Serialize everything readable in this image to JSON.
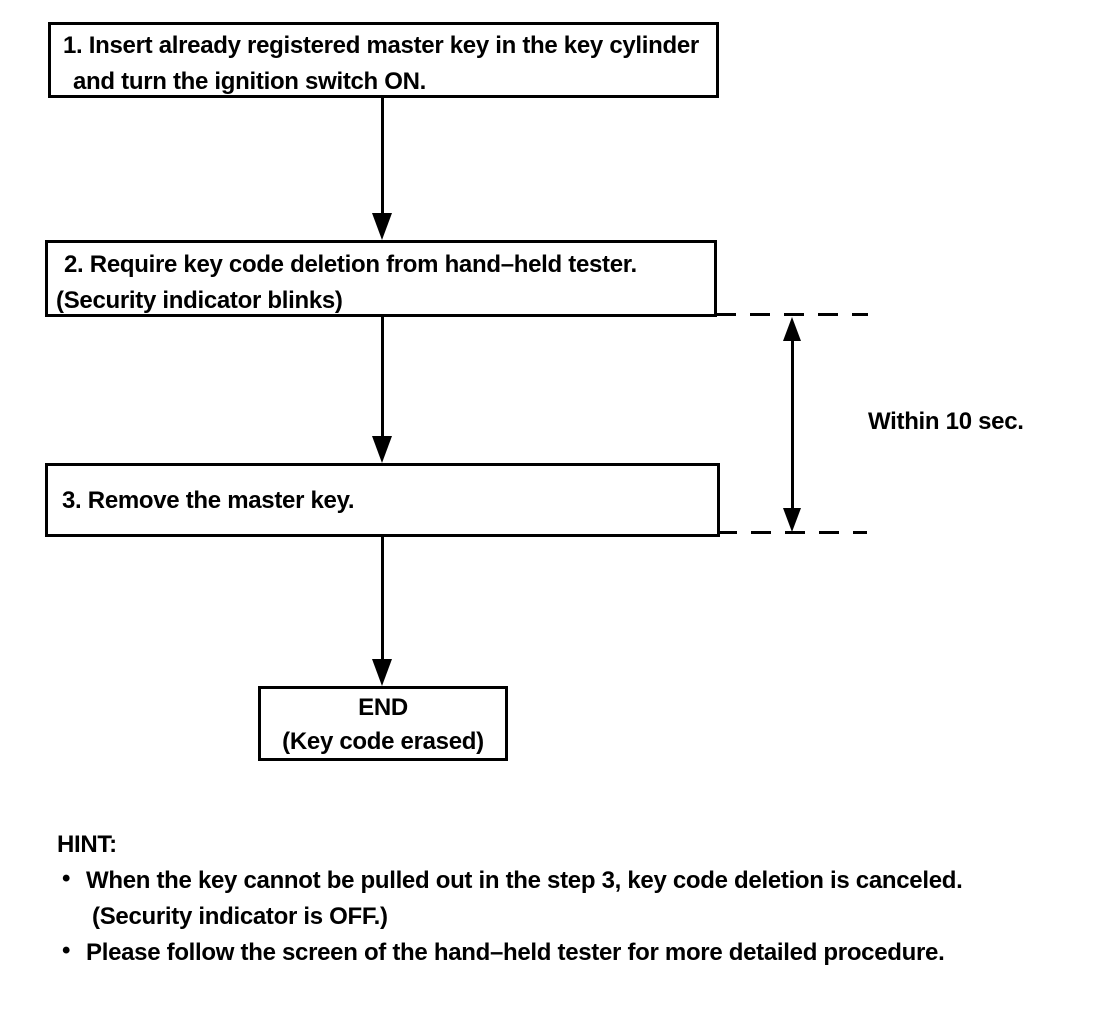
{
  "diagram": {
    "boxes": {
      "step1": {
        "line1": "1. Insert already registered master key in the key cylinder",
        "line2": "and turn the ignition switch ON."
      },
      "step2": {
        "line1": "2. Require key code deletion from hand–held tester.",
        "line2": "(Security indicator blinks)"
      },
      "step3": {
        "line1": "3. Remove the master key."
      },
      "end": {
        "line1": "END",
        "line2": "(Key code erased)"
      }
    },
    "timing": {
      "label": "Within 10 sec."
    },
    "hint": {
      "title": "HINT:",
      "bullet_glyph": "•",
      "bullet1": "When the key cannot be pulled out in the step 3, key code deletion is canceled.",
      "bullet1_sub": "(Security indicator is OFF.)",
      "bullet2": "Please follow the screen of the hand–held tester for more detailed procedure."
    },
    "colors": {
      "ink": "#000000",
      "paper": "#ffffff"
    }
  }
}
